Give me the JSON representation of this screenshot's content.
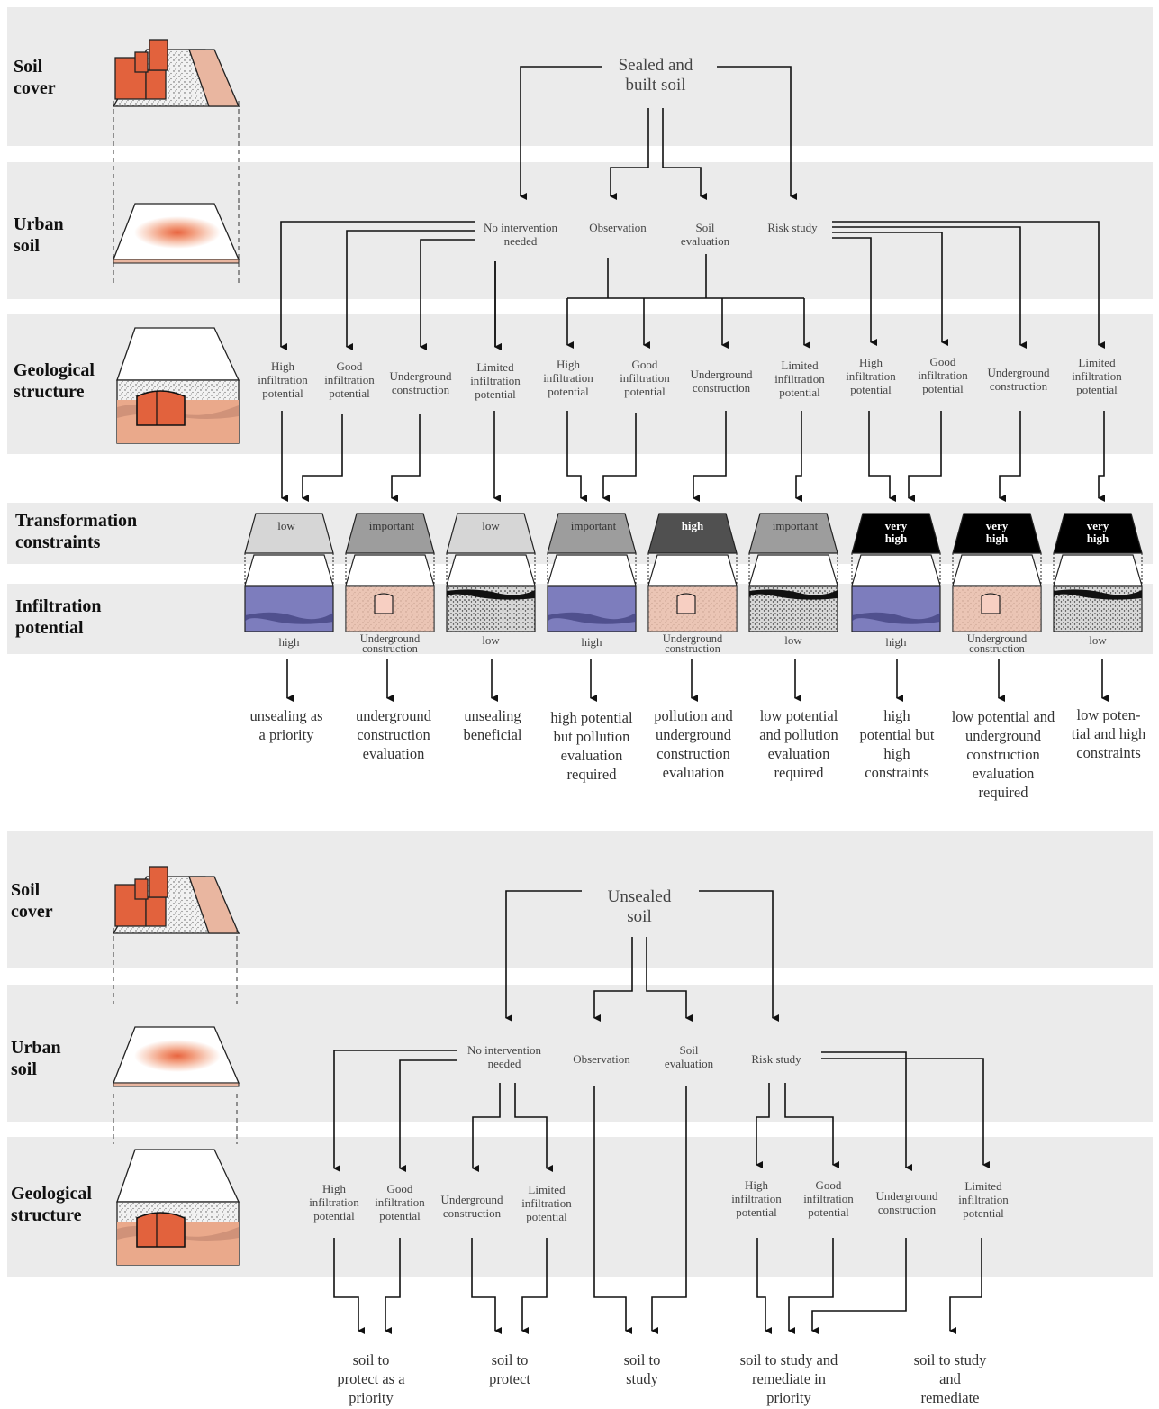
{
  "diagram_top": {
    "row_labels": {
      "soil_cover": "Soil\ncover",
      "urban_soil": "Urban\nsoil",
      "geological_structure": "Geological\nstructure",
      "transformation_constraints": "Transformation\nconstraints",
      "infiltration_potential": "Infiltration\npotential"
    },
    "root": "Sealed and\nbuilt soil",
    "urban_nodes": [
      "No intervention\nneeded",
      "Observation",
      "Soil\nevaluation",
      "Risk study"
    ],
    "geo_nodes": [
      "High\ninfiltration\npotential",
      "Good\ninfiltration\npotential",
      "Underground\nconstruction",
      "Limited\ninfiltration\npotential",
      "High\ninfiltration\npotential",
      "Good\ninfiltration\npotential",
      "Underground\nconstruction",
      "Limited\ninfiltration\npotential",
      "High\ninfiltration\npotential",
      "Good\ninfiltration\npotential",
      "Underground\nconstruction",
      "Limited\ninfiltration\npotential"
    ],
    "constraints": [
      "low",
      "important",
      "low",
      "important",
      "high",
      "important",
      "very\nhigh",
      "very\nhigh",
      "very\nhigh"
    ],
    "potentials": [
      "high",
      "Underground\nconstruction",
      "low",
      "high",
      "Underground\nconstruction",
      "low",
      "high",
      "Underground\nconstruction",
      "low"
    ],
    "outcomes": [
      "unsealing as\na priority",
      "underground\nconstruction\nevaluation",
      "unsealing\nbeneficial",
      "high potential\nbut pollution\nevaluation\nrequired",
      "pollution and\nunderground\nconstruction\nevaluation",
      "low potential\nand pollution\nevaluation\nrequired",
      "high\npotential but\nhigh\nconstraints",
      "low potential and\nunderground\nconstruction\nevaluation\nrequired",
      "low poten-\ntial and high\nconstraints"
    ],
    "colors": {
      "band": "#ebebeb",
      "brick": "#e2623d",
      "pink": "#e9b6a0",
      "blue": "#7d7dbd",
      "low": "#d6d6d6",
      "important": "#9d9d9d",
      "high": "#505050",
      "very_high": "#000000"
    }
  },
  "diagram_bottom": {
    "row_labels": {
      "soil_cover": "Soil\ncover",
      "urban_soil": "Urban\nsoil",
      "geological_structure": "Geological\nstructure"
    },
    "root": "Unsealed\nsoil",
    "urban_nodes": [
      "No intervention\nneeded",
      "Observation",
      "Soil\nevaluation",
      "Risk study"
    ],
    "geo_nodes": [
      "High\ninfiltration\npotential",
      "Good\ninfiltration\npotential",
      "Underground\nconstruction",
      "Limited\ninfiltration\npotential",
      "High\ninfiltration\npotential",
      "Good\ninfiltration\npotential",
      "Underground\nconstruction",
      "Limited\ninfiltration\npotential"
    ],
    "outcomes": [
      "soil to\nprotect as a\npriority",
      "soil to\nprotect",
      "soil to\nstudy",
      "soil to study and\nremediate in\npriority",
      "soil to study\nand\nremediate"
    ]
  }
}
